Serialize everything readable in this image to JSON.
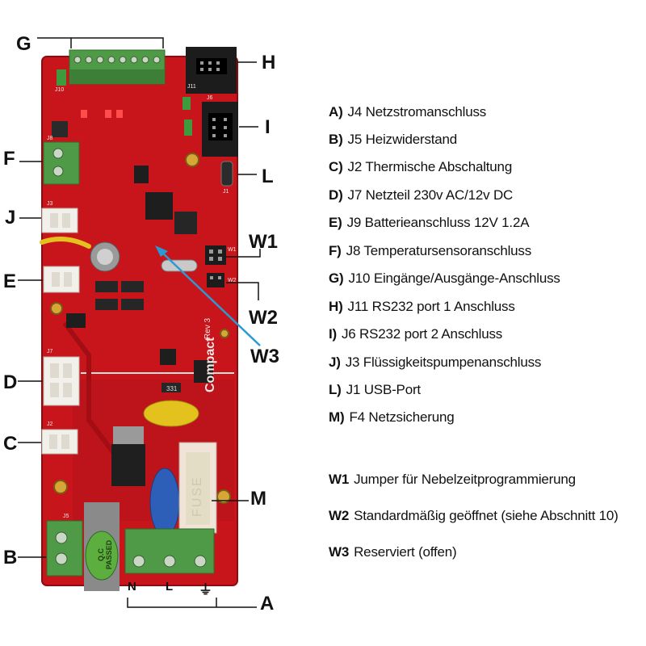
{
  "callouts": {
    "G": "G",
    "H": "H",
    "I": "I",
    "F": "F",
    "L": "L",
    "J": "J",
    "W1": "W1",
    "E": "E",
    "W2": "W2",
    "W3": "W3",
    "D": "D",
    "C": "C",
    "M": "M",
    "B": "B",
    "A": "A"
  },
  "board": {
    "model": "Compact",
    "revision": "Rev 3",
    "fuse_text": "FUSE",
    "qc_text": "Q.C PASSED",
    "ref_j1": "J1",
    "ref_j2": "J2",
    "ref_j3": "J3",
    "ref_j5": "J5",
    "ref_j6": "J6",
    "ref_j7": "J7",
    "ref_j8": "J8",
    "ref_j10": "J10",
    "ref_j11": "J11",
    "ref_w1": "W1",
    "ref_w2": "W2",
    "ref_u1": "331"
  },
  "terminals": {
    "n": "N",
    "l": "L",
    "ground": "⏚"
  },
  "legend": [
    {
      "key": "A)",
      "text": "J4 Netzstromanschluss"
    },
    {
      "key": "B)",
      "text": "J5 Heizwiderstand"
    },
    {
      "key": "C)",
      "text": "J2 Thermische Abschaltung"
    },
    {
      "key": "D)",
      "text": "J7 Netzteil 230v AC/12v DC"
    },
    {
      "key": "E)",
      "text": "J9 Batterieanschluss 12V 1.2A"
    },
    {
      "key": "F)",
      "text": "J8 Temperatursensoranschluss"
    },
    {
      "key": "G)",
      "text": "J10 Eingänge/Ausgänge-Anschluss"
    },
    {
      "key": "H)",
      "text": "J11 RS232 port 1 Anschluss"
    },
    {
      "key": "I)",
      "text": "J6 RS232 port 2 Anschluss"
    },
    {
      "key": "J)",
      "text": "J3 Flüssigkeitspumpenanschluss"
    },
    {
      "key": "L)",
      "text": "J1 USB-Port"
    },
    {
      "key": "M)",
      "text": "F4 Netzsicherung"
    }
  ],
  "jumper_legend": [
    {
      "key": "W1",
      "text": "Jumper für Nebelzeitprogrammierung"
    },
    {
      "key": "W2",
      "text": "Standardmäßig geöffnet (siehe Abschnitt 10)"
    },
    {
      "key": "W3",
      "text": "Reserviert (offen)"
    }
  ],
  "colors": {
    "pcb": "#c8151b",
    "pcb_dark": "#9e0f14",
    "terminal_green": "#4f9a46",
    "header_black": "#1c1c1c",
    "connector_white": "#f2f0ea",
    "arrow": "#2a9ad6",
    "capacitor_blue": "#2e5fb8",
    "capacitor_yellow": "#e3c21e"
  }
}
